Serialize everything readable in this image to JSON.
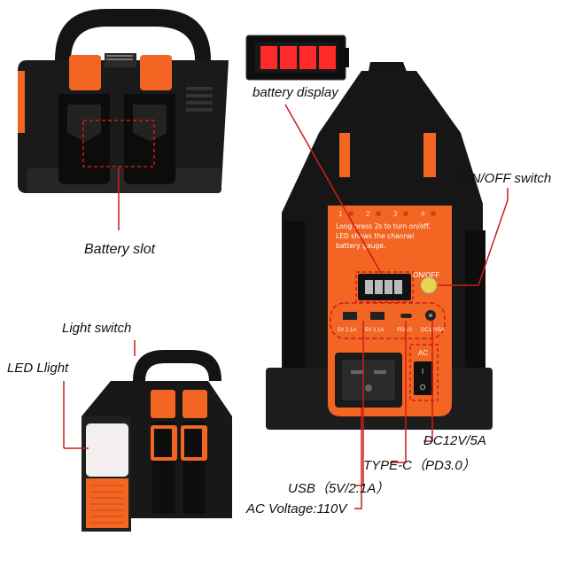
{
  "labels": {
    "battery_display": "battery display",
    "on_off_switch": "ON/OFF switch",
    "battery_slot": "Battery slot",
    "light_switch": "Light switch",
    "led_light": "LED Llight",
    "dc": "DC12V/5A",
    "type_c": "TYPE-C（PD3.0）",
    "usb": "USB（5V/2.1A）",
    "ac_voltage": "AC Voltage:110V"
  },
  "panel": {
    "led_numbers": [
      "1",
      "2",
      "3",
      "4"
    ],
    "instruction_1": "Long press 2s to turn on/off.",
    "instruction_2": "LED shows the channel",
    "instruction_3": "battery gauge.",
    "on_off": "ON/OFF",
    "usb1": "5V 2.1A",
    "usb2": "5V 2.1A",
    "pd": "PD3.0",
    "dc_port": "DC12V5A",
    "ac": "AC",
    "switch_on": "I",
    "switch_off": "O"
  },
  "battery_gauge": {
    "bars_filled": 4,
    "bars_total": 4
  },
  "colors": {
    "accent": "#f26522",
    "body": "#151515",
    "callout": "#d11a1a"
  }
}
